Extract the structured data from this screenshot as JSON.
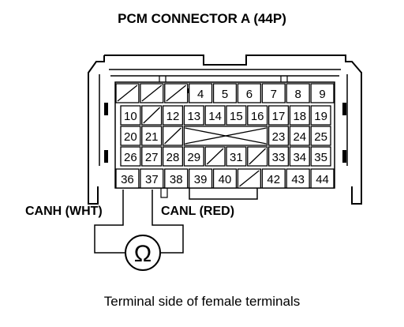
{
  "title": "PCM CONNECTOR A (44P)",
  "caption": "Terminal side of female terminals",
  "wire_labels": {
    "canh": "CANH (WHT)",
    "canl": "CANL (RED)"
  },
  "meter_symbol": "Ω",
  "colors": {
    "ink": "#000000",
    "paper": "#ffffff"
  },
  "rows": [
    [
      {
        "label": "",
        "slash": true
      },
      {
        "label": "",
        "slash": true
      },
      {
        "label": "",
        "slash": true
      },
      {
        "label": "4"
      },
      {
        "label": "5"
      },
      {
        "label": "6"
      },
      {
        "label": "7"
      },
      {
        "label": "8"
      },
      {
        "label": "9"
      }
    ],
    [
      {
        "label": "10"
      },
      {
        "label": "",
        "slash": true
      },
      {
        "label": "12"
      },
      {
        "label": "13"
      },
      {
        "label": "14"
      },
      {
        "label": "15"
      },
      {
        "label": "16"
      },
      {
        "label": "17"
      },
      {
        "label": "18"
      },
      {
        "label": "19"
      }
    ],
    [
      {
        "label": "20"
      },
      {
        "label": "21"
      },
      {
        "label": "",
        "slash": true
      },
      {
        "label": "",
        "cross": true
      },
      {
        "label": "",
        "cross": true
      },
      {
        "label": "",
        "cross": true
      },
      {
        "label": "",
        "cross": true
      },
      {
        "label": "23"
      },
      {
        "label": "24"
      },
      {
        "label": "25"
      }
    ],
    [
      {
        "label": "26"
      },
      {
        "label": "27"
      },
      {
        "label": "28"
      },
      {
        "label": "29"
      },
      {
        "label": "",
        "slash": true
      },
      {
        "label": "31"
      },
      {
        "label": "",
        "slash": true
      },
      {
        "label": "33"
      },
      {
        "label": "34"
      },
      {
        "label": "35"
      }
    ],
    [
      {
        "label": "36"
      },
      {
        "label": "37"
      },
      {
        "label": "38"
      },
      {
        "label": "39"
      },
      {
        "label": "40"
      },
      {
        "label": "",
        "slash": true
      },
      {
        "label": "42"
      },
      {
        "label": "43"
      },
      {
        "label": "44"
      }
    ]
  ]
}
